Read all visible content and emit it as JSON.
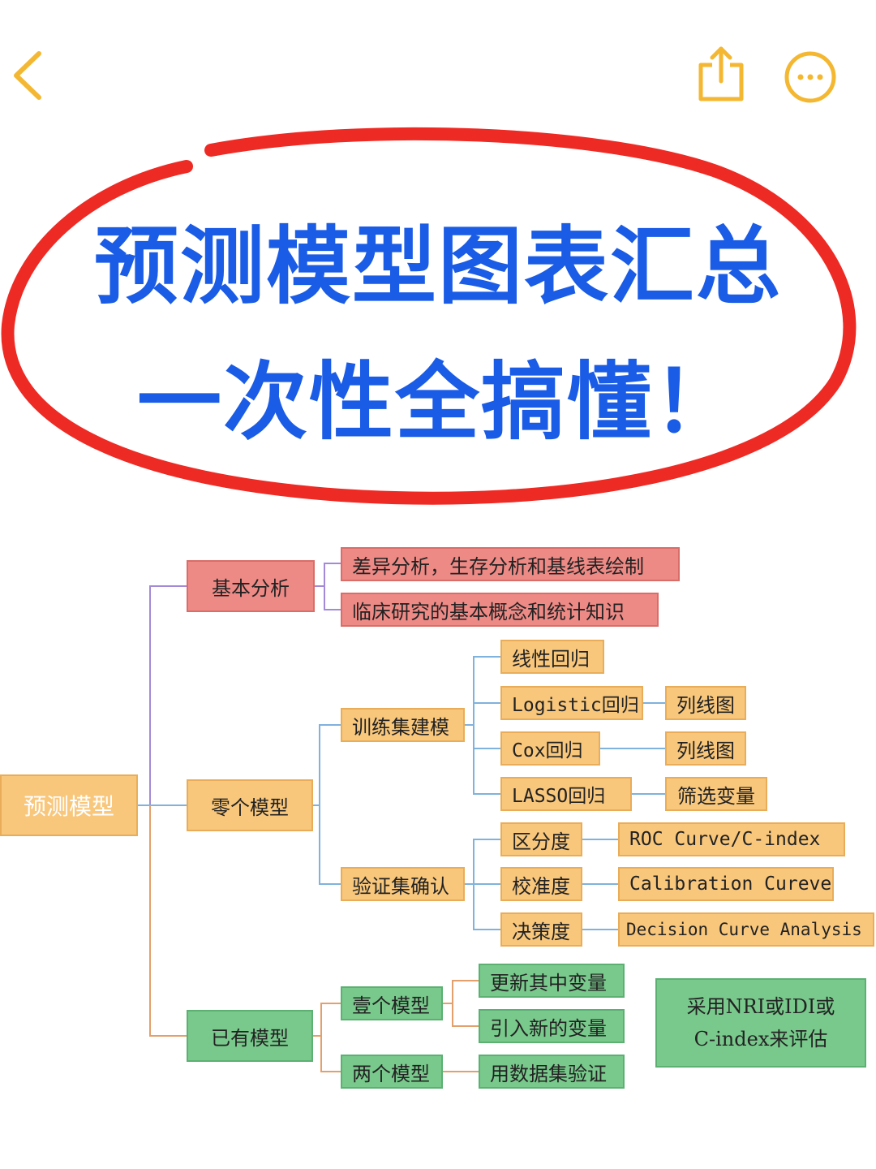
{
  "toolbar": {
    "back_icon": "chevron-left-icon",
    "share_icon": "share-icon",
    "more_icon": "more-icon",
    "accent_color": "#f4b731"
  },
  "headline": {
    "line1": "预测模型图表汇总",
    "line2": "一次性全搞懂！",
    "text_color": "#1a5ce6",
    "circle_color": "#ee2a24"
  },
  "diagram": {
    "root": "预测模型",
    "basic_analysis": {
      "label": "基本分析",
      "items": [
        "差异分析，生存分析和基线表绘制",
        "临床研究的基本概念和统计知识"
      ]
    },
    "zero_model": {
      "label": "零个模型",
      "training": {
        "label": "训练集建模",
        "methods": [
          {
            "label": "线性回归",
            "result": ""
          },
          {
            "label": "Logistic回归",
            "result": "列线图"
          },
          {
            "label": "Cox回归",
            "result": "列线图"
          },
          {
            "label": "LASSO回归",
            "result": "筛选变量"
          }
        ]
      },
      "validation": {
        "label": "验证集确认",
        "metrics": [
          {
            "label": "区分度",
            "result": "ROC Curve/C-index"
          },
          {
            "label": "校准度",
            "result": "Calibration Cureve"
          },
          {
            "label": "决策度",
            "result": "Decision Curve Analysis"
          }
        ]
      }
    },
    "existing_model": {
      "label": "已有模型",
      "one_model": {
        "label": "壹个模型",
        "items": [
          "更新其中变量",
          "引入新的变量"
        ]
      },
      "two_models": {
        "label": "两个模型",
        "items": [
          "用数据集验证"
        ]
      },
      "evaluation": {
        "line1": "采用NRI或IDI或",
        "line2": "C-index来评估"
      }
    },
    "colors": {
      "orange": "#f8c77c",
      "red": "#ee8a86",
      "green": "#79c98c",
      "branch_purple": "#a48ad6",
      "branch_blue": "#7fb2dc",
      "branch_orange": "#e3a06c"
    }
  }
}
